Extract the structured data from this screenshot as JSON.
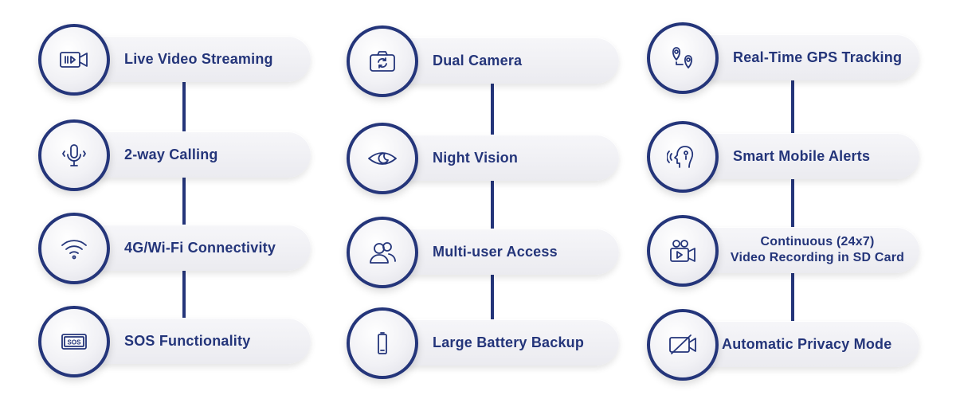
{
  "accent_color": "#24357a",
  "columns": [
    {
      "items": [
        {
          "label": "Live Video Streaming",
          "icon": "video-stream-icon"
        },
        {
          "label": "2-way Calling",
          "icon": "microphone-icon"
        },
        {
          "label": "4G/Wi-Fi Connectivity",
          "icon": "wifi-icon"
        },
        {
          "label": "SOS Functionality",
          "icon": "sos-icon"
        }
      ]
    },
    {
      "items": [
        {
          "label": "Dual Camera",
          "icon": "camera-switch-icon"
        },
        {
          "label": "Night Vision",
          "icon": "eye-moon-icon"
        },
        {
          "label": "Multi-user Access",
          "icon": "users-icon"
        },
        {
          "label": "Large Battery Backup",
          "icon": "battery-icon"
        }
      ]
    },
    {
      "items": [
        {
          "label": "Real-Time GPS Tracking",
          "icon": "location-pins-icon"
        },
        {
          "label": "Smart Mobile Alerts",
          "icon": "smart-head-alert-icon"
        },
        {
          "label_line1": "Continuous (24x7)",
          "label_line2": "Video Recording in SD Card",
          "icon": "video-camera-icon"
        },
        {
          "label": "Automatic Privacy Mode",
          "icon": "video-off-icon"
        }
      ]
    }
  ],
  "sos_icon_text": "SOS"
}
